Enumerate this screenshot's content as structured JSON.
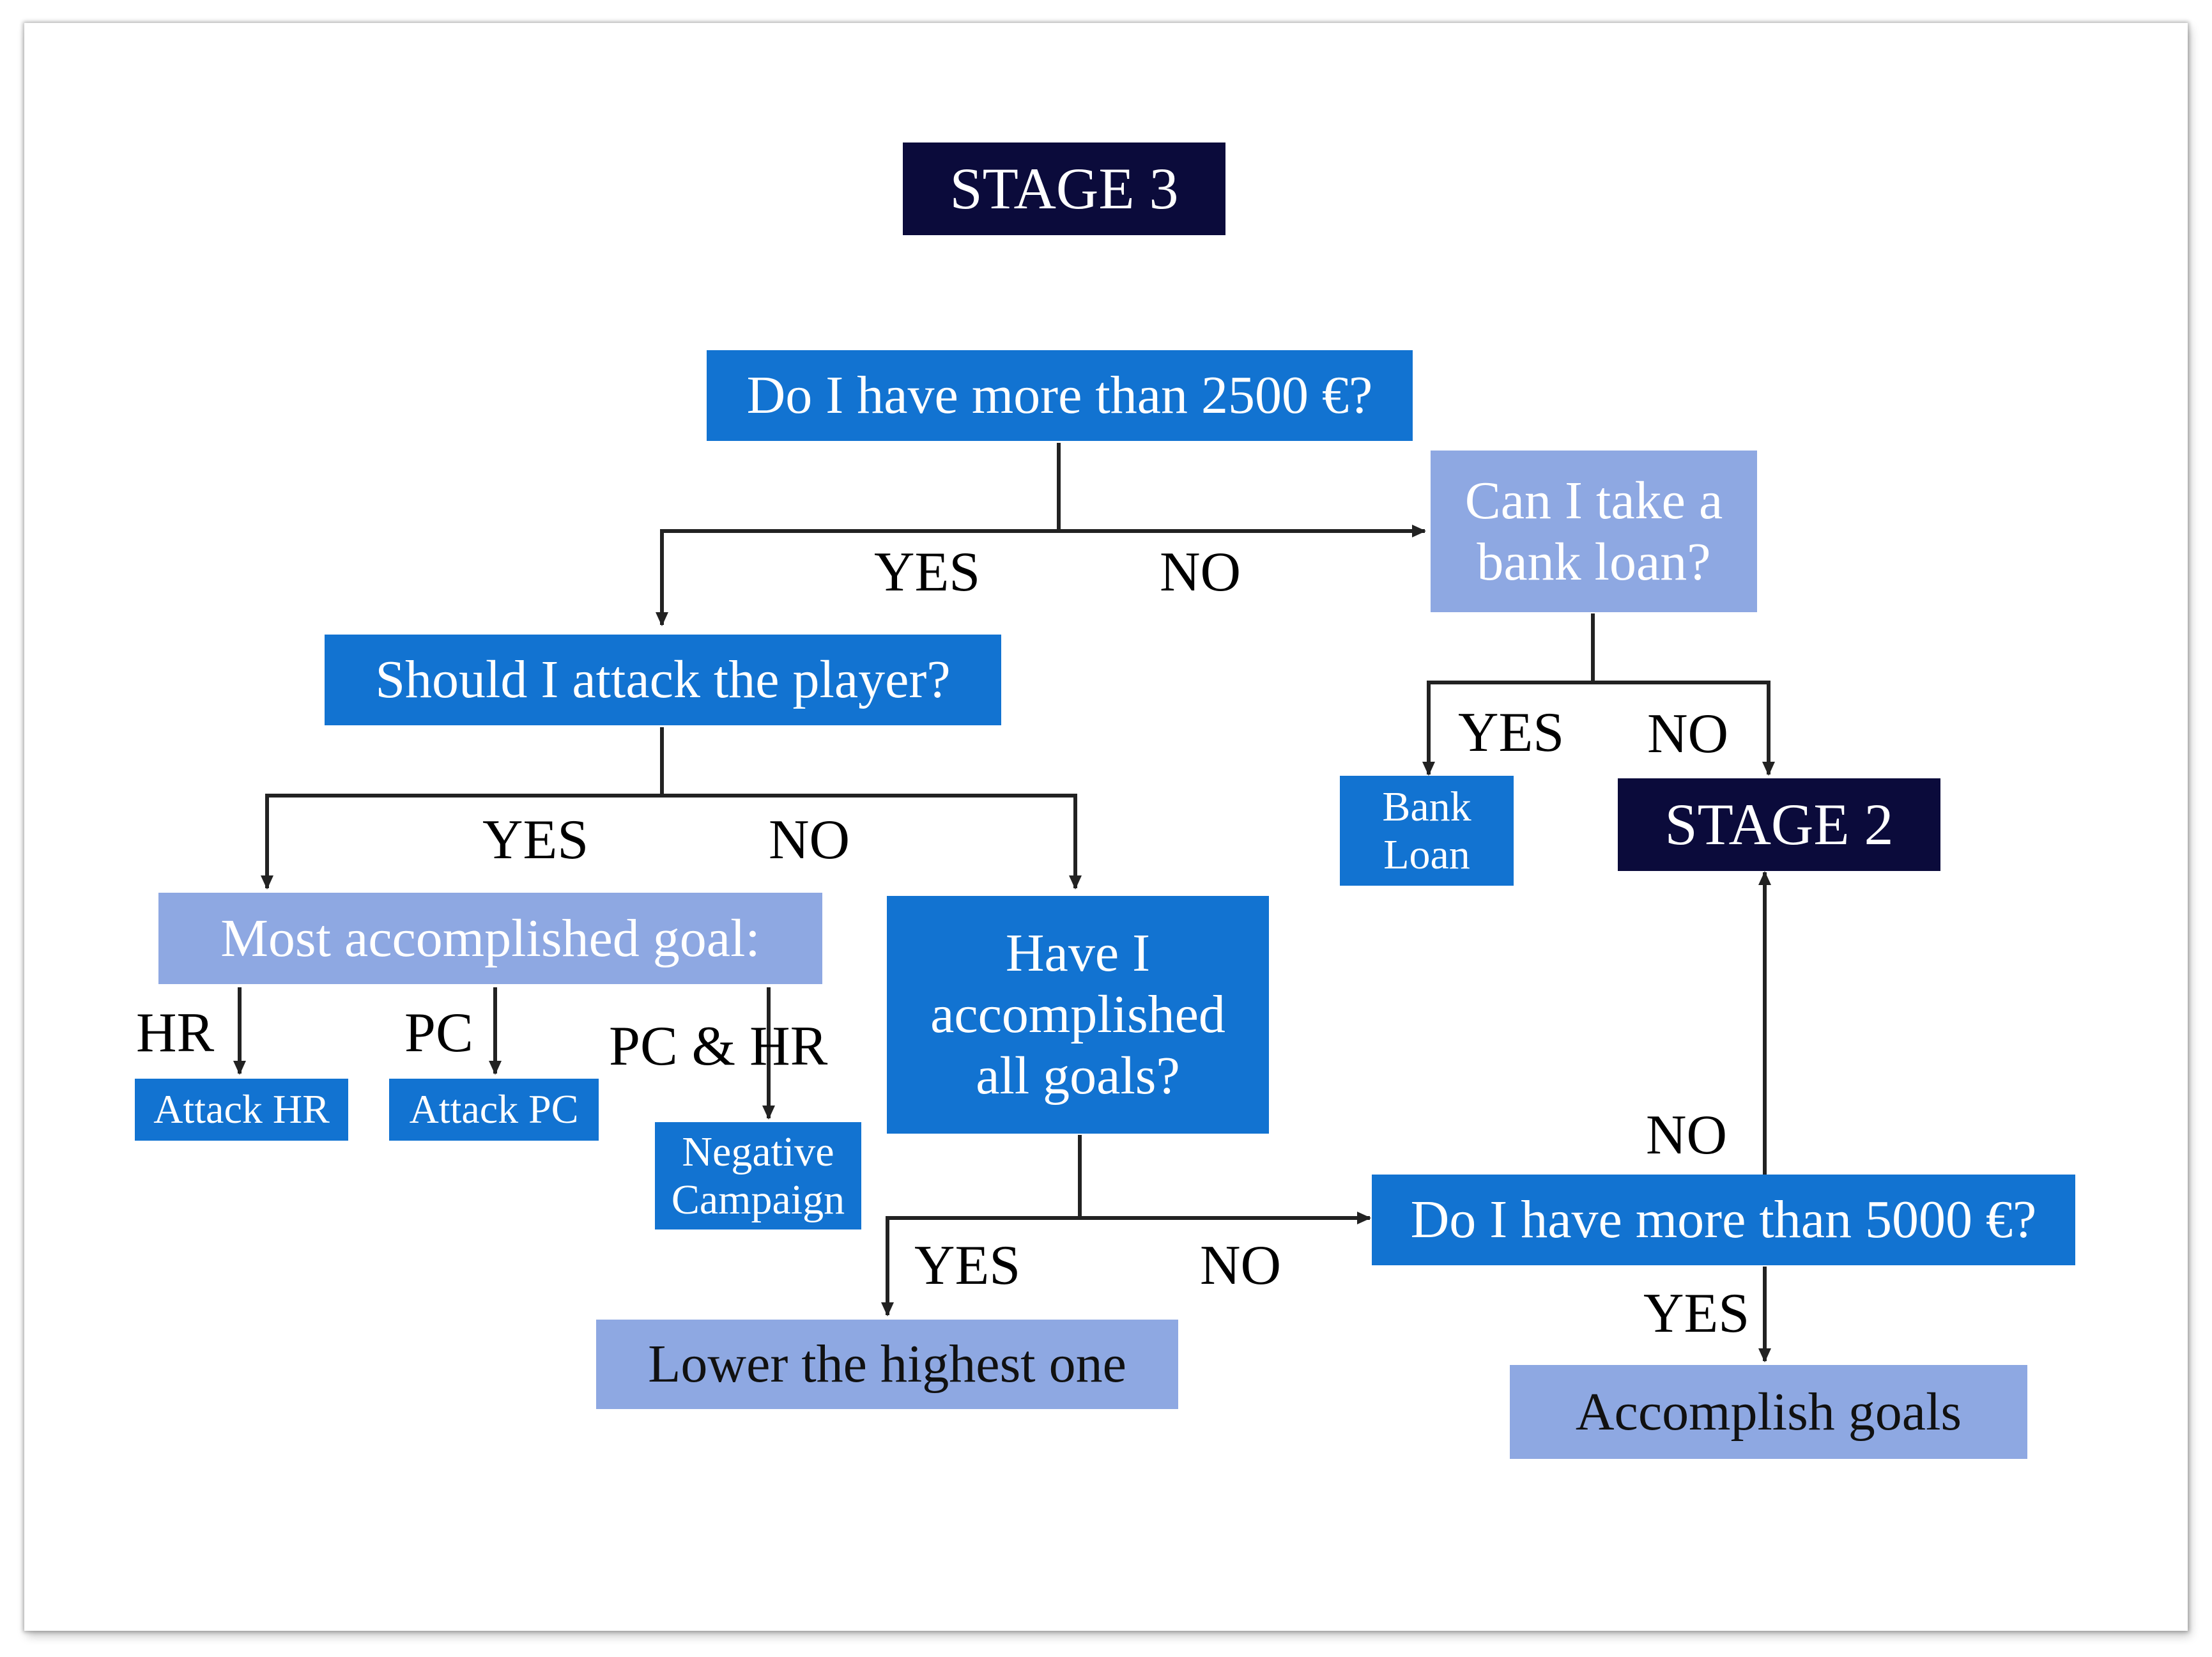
{
  "title": "STAGE 3",
  "nodes": {
    "q_2500": "Do I have more than 2500 €?",
    "q_bank_loan": "Can I take a\nbank loan?",
    "q_attack": "Should I attack the player?",
    "bank_loan": "Bank\nLoan",
    "stage2": "STAGE 2",
    "most_goal": "Most accomplished goal:",
    "q_all_goals": "Have I\naccomplished\nall goals?",
    "attack_hr": "Attack HR",
    "attack_pc": "Attack PC",
    "negative_campaign": "Negative\nCampaign",
    "q_5000": "Do I have more than 5000 €?",
    "lower_highest": "Lower the highest one",
    "accomplish_goals": "Accomplish goals"
  },
  "labels": {
    "yes_1": "YES",
    "no_1": "NO",
    "yes_2": "YES",
    "no_2": "NO",
    "yes_3": "YES",
    "no_3": "NO",
    "hr": "HR",
    "pc": "PC",
    "pc_hr": "PC & HR",
    "yes_4": "YES",
    "no_4": "NO",
    "no_5": "NO",
    "yes_5": "YES"
  },
  "colors": {
    "dark_navy": "#0b0b3b",
    "blue": "#1273d1",
    "light_blue": "#8ea8e2",
    "line": "#222222"
  }
}
